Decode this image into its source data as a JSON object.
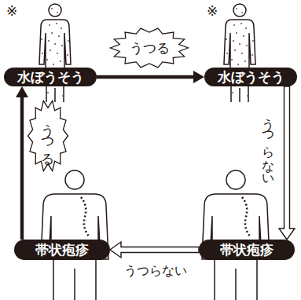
{
  "diagram": {
    "nodes": [
      {
        "text": [
          "水ぼうそう"
        ]
      },
      {
        "text": [
          "水ぼうそう"
        ]
      },
      {
        "text": [
          "帯状疱疹"
        ]
      },
      {
        "text": [
          "帯状疱疹"
        ]
      }
    ],
    "edges": [
      {
        "from": 0,
        "to": 1,
        "arrow": "to",
        "label": "うつる"
      },
      {
        "from": 1,
        "to": 3,
        "arrow": "to",
        "label": "うつらない"
      },
      {
        "from": 3,
        "to": 2,
        "arrow": "to",
        "label": "うつらない"
      },
      {
        "from": 2,
        "to": 0,
        "arrow": "to",
        "label": "うつる"
      }
    ],
    "labels": [
      "※",
      "※"
    ]
  }
}
